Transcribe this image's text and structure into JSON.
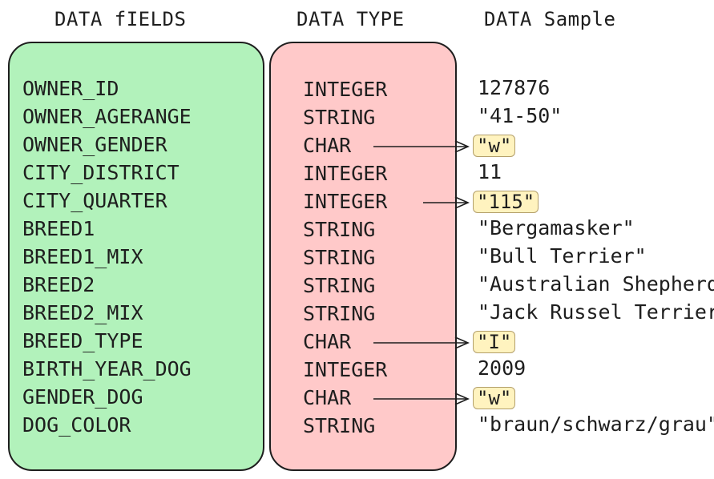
{
  "headers": {
    "fields": "DATA fIELDS",
    "types": "DATA TYPE",
    "samples": "DATA Sample"
  },
  "colors": {
    "fields_box": "#b2f2bb",
    "types_box": "#ffc9c9",
    "highlight": "#fff3bf",
    "stroke": "#1e1e1e"
  },
  "rows": [
    {
      "field": "OWNER_ID",
      "type": "INTEGER",
      "sample": "127876",
      "highlighted": false
    },
    {
      "field": "OWNER_AGERANGE",
      "type": "STRING",
      "sample": "\"41-50\"",
      "highlighted": false
    },
    {
      "field": "OWNER_GENDER",
      "type": "CHAR",
      "sample": "\"w\"",
      "highlighted": true
    },
    {
      "field": "CITY_DISTRICT",
      "type": "INTEGER",
      "sample": "11",
      "highlighted": false
    },
    {
      "field": "CITY_QUARTER",
      "type": "INTEGER",
      "sample": "\"115\"",
      "highlighted": true
    },
    {
      "field": "BREED1",
      "type": "STRING",
      "sample": "\"Bergamasker\"",
      "highlighted": false
    },
    {
      "field": "BREED1_MIX",
      "type": "STRING",
      "sample": "\"Bull Terrier\"",
      "highlighted": false
    },
    {
      "field": "BREED2",
      "type": "STRING",
      "sample": "\"Australian Shepherd\"",
      "highlighted": false
    },
    {
      "field": "BREED2_MIX",
      "type": "STRING",
      "sample": "\"Jack Russel Terrier\"",
      "highlighted": false
    },
    {
      "field": "BREED_TYPE",
      "type": "CHAR",
      "sample": "\"I\"",
      "highlighted": true
    },
    {
      "field": "BIRTH_YEAR_DOG",
      "type": "INTEGER",
      "sample": "2009",
      "highlighted": false
    },
    {
      "field": "GENDER_DOG",
      "type": "CHAR",
      "sample": "\"w\"",
      "highlighted": true
    },
    {
      "field": "DOG_COLOR",
      "type": "STRING",
      "sample": "\"braun/schwarz/grau\"",
      "highlighted": false
    }
  ]
}
